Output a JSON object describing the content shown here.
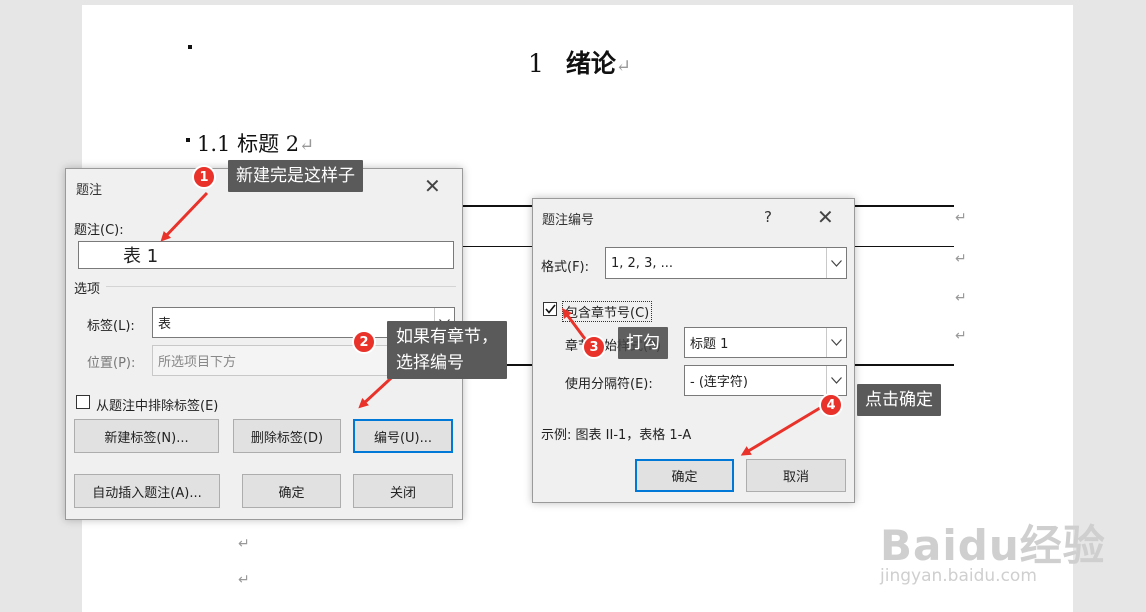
{
  "document": {
    "chapter_number": "1",
    "chapter_title": "绪论",
    "heading2": "1.1 标题 2",
    "return_mark": "↵"
  },
  "caption_dialog": {
    "title": "题注",
    "caption_label": "题注(C):",
    "caption_value": "表 1",
    "options_label": "选项",
    "tag_label": "标签(L):",
    "tag_value": "表",
    "position_label": "位置(P):",
    "position_value": "所选项目下方",
    "exclude_label": "从题注中排除标签(E)",
    "new_label_button": "新建标签(N)...",
    "delete_label_button": "删除标签(D)",
    "numbering_button": "编号(U)...",
    "autocaption_button": "自动插入题注(A)...",
    "ok_button": "确定",
    "close_button": "关闭"
  },
  "numbering_dialog": {
    "title": "题注编号",
    "help": "?",
    "format_label": "格式(F):",
    "format_value": "1, 2, 3, ...",
    "include_chapter_label": "包含章节号(C)",
    "chapter_style_label": "章节起始样式(P)",
    "chapter_style_value": "标题 1",
    "separator_label": "使用分隔符(E):",
    "separator_value": "-     (连字符)",
    "example_text": "示例:  图表 II-1，表格 1-A",
    "ok_button": "确定",
    "cancel_button": "取消"
  },
  "annotations": [
    {
      "number": "1",
      "text": "新建完是这样子"
    },
    {
      "number": "2",
      "text": "如果有章节，\n选择编号"
    },
    {
      "number": "3",
      "text": "打勾"
    },
    {
      "number": "4",
      "text": "点击确定"
    }
  ],
  "watermark": {
    "brand": "Baidu经验",
    "url": "jingyan.baidu.com"
  },
  "colors": {
    "annotation_bg": "#5a5a5a",
    "marker_red": "#e8322a",
    "primary_border": "#0078d7"
  }
}
